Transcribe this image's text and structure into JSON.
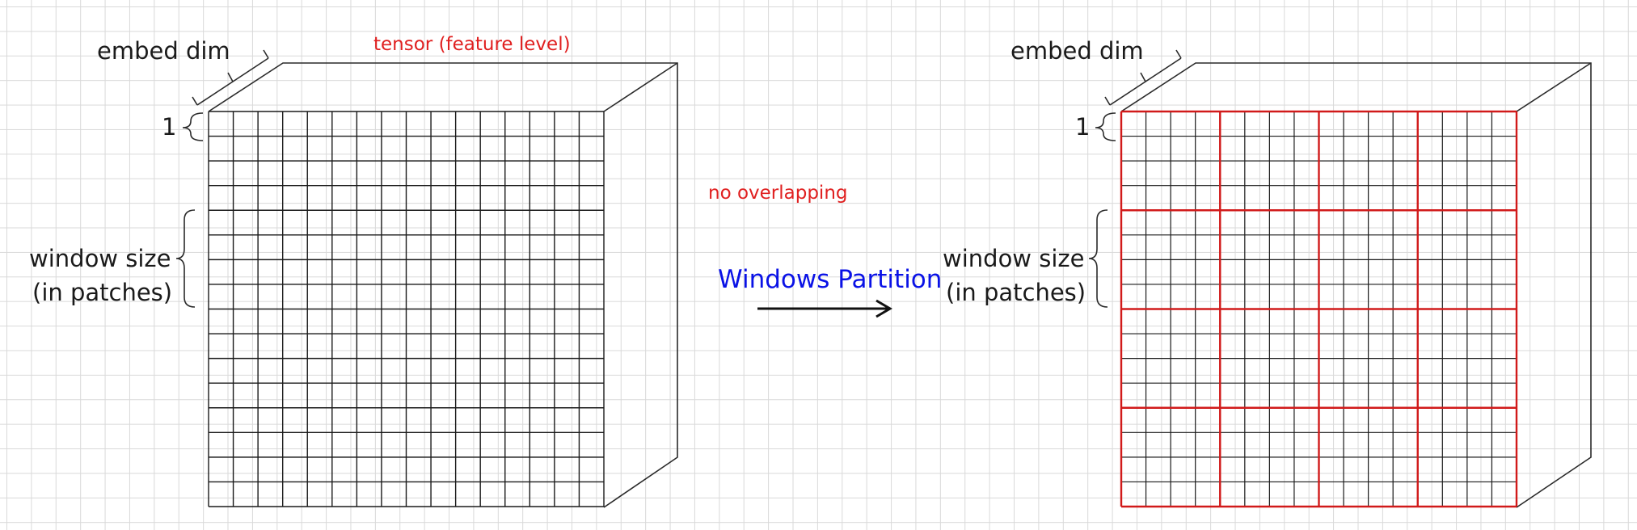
{
  "labels": {
    "embed_dim": "embed dim",
    "one": "1",
    "window_size": "window size",
    "in_patches": "(in patches)",
    "tensor_note": "tensor  (feature level)",
    "no_overlap_note": "no overlapping",
    "arrow_label": "Windows Partition"
  },
  "grid": {
    "patches_per_side": 16,
    "window_patches": 4,
    "windows_per_side": 4
  },
  "colors": {
    "window_line": "#d11a1a",
    "patch_line": "#1a1a1a",
    "blue_text": "#0a12e6",
    "red_text": "#e02020"
  }
}
